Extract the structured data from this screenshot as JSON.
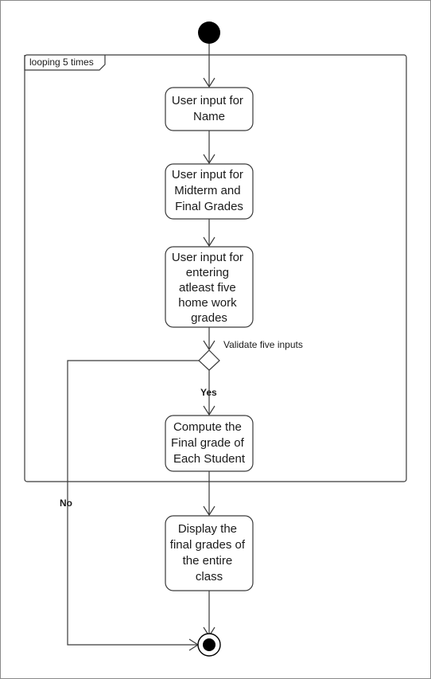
{
  "diagram": {
    "loop_label": "looping 5 times",
    "activities": [
      {
        "lines": [
          "User input for",
          "Name"
        ]
      },
      {
        "lines": [
          "User input for",
          "Midterm and",
          "Final Grades"
        ]
      },
      {
        "lines": [
          "User input for",
          "entering",
          "atleast five",
          "home work",
          "grades"
        ]
      },
      {
        "lines": [
          "Compute the",
          "Final grade of",
          "Each Student"
        ]
      },
      {
        "lines": [
          "Display the",
          "final grades of",
          "the entire",
          "class"
        ]
      }
    ],
    "decision_label": "Validate five inputs",
    "yes_label": "Yes",
    "no_label": "No"
  }
}
